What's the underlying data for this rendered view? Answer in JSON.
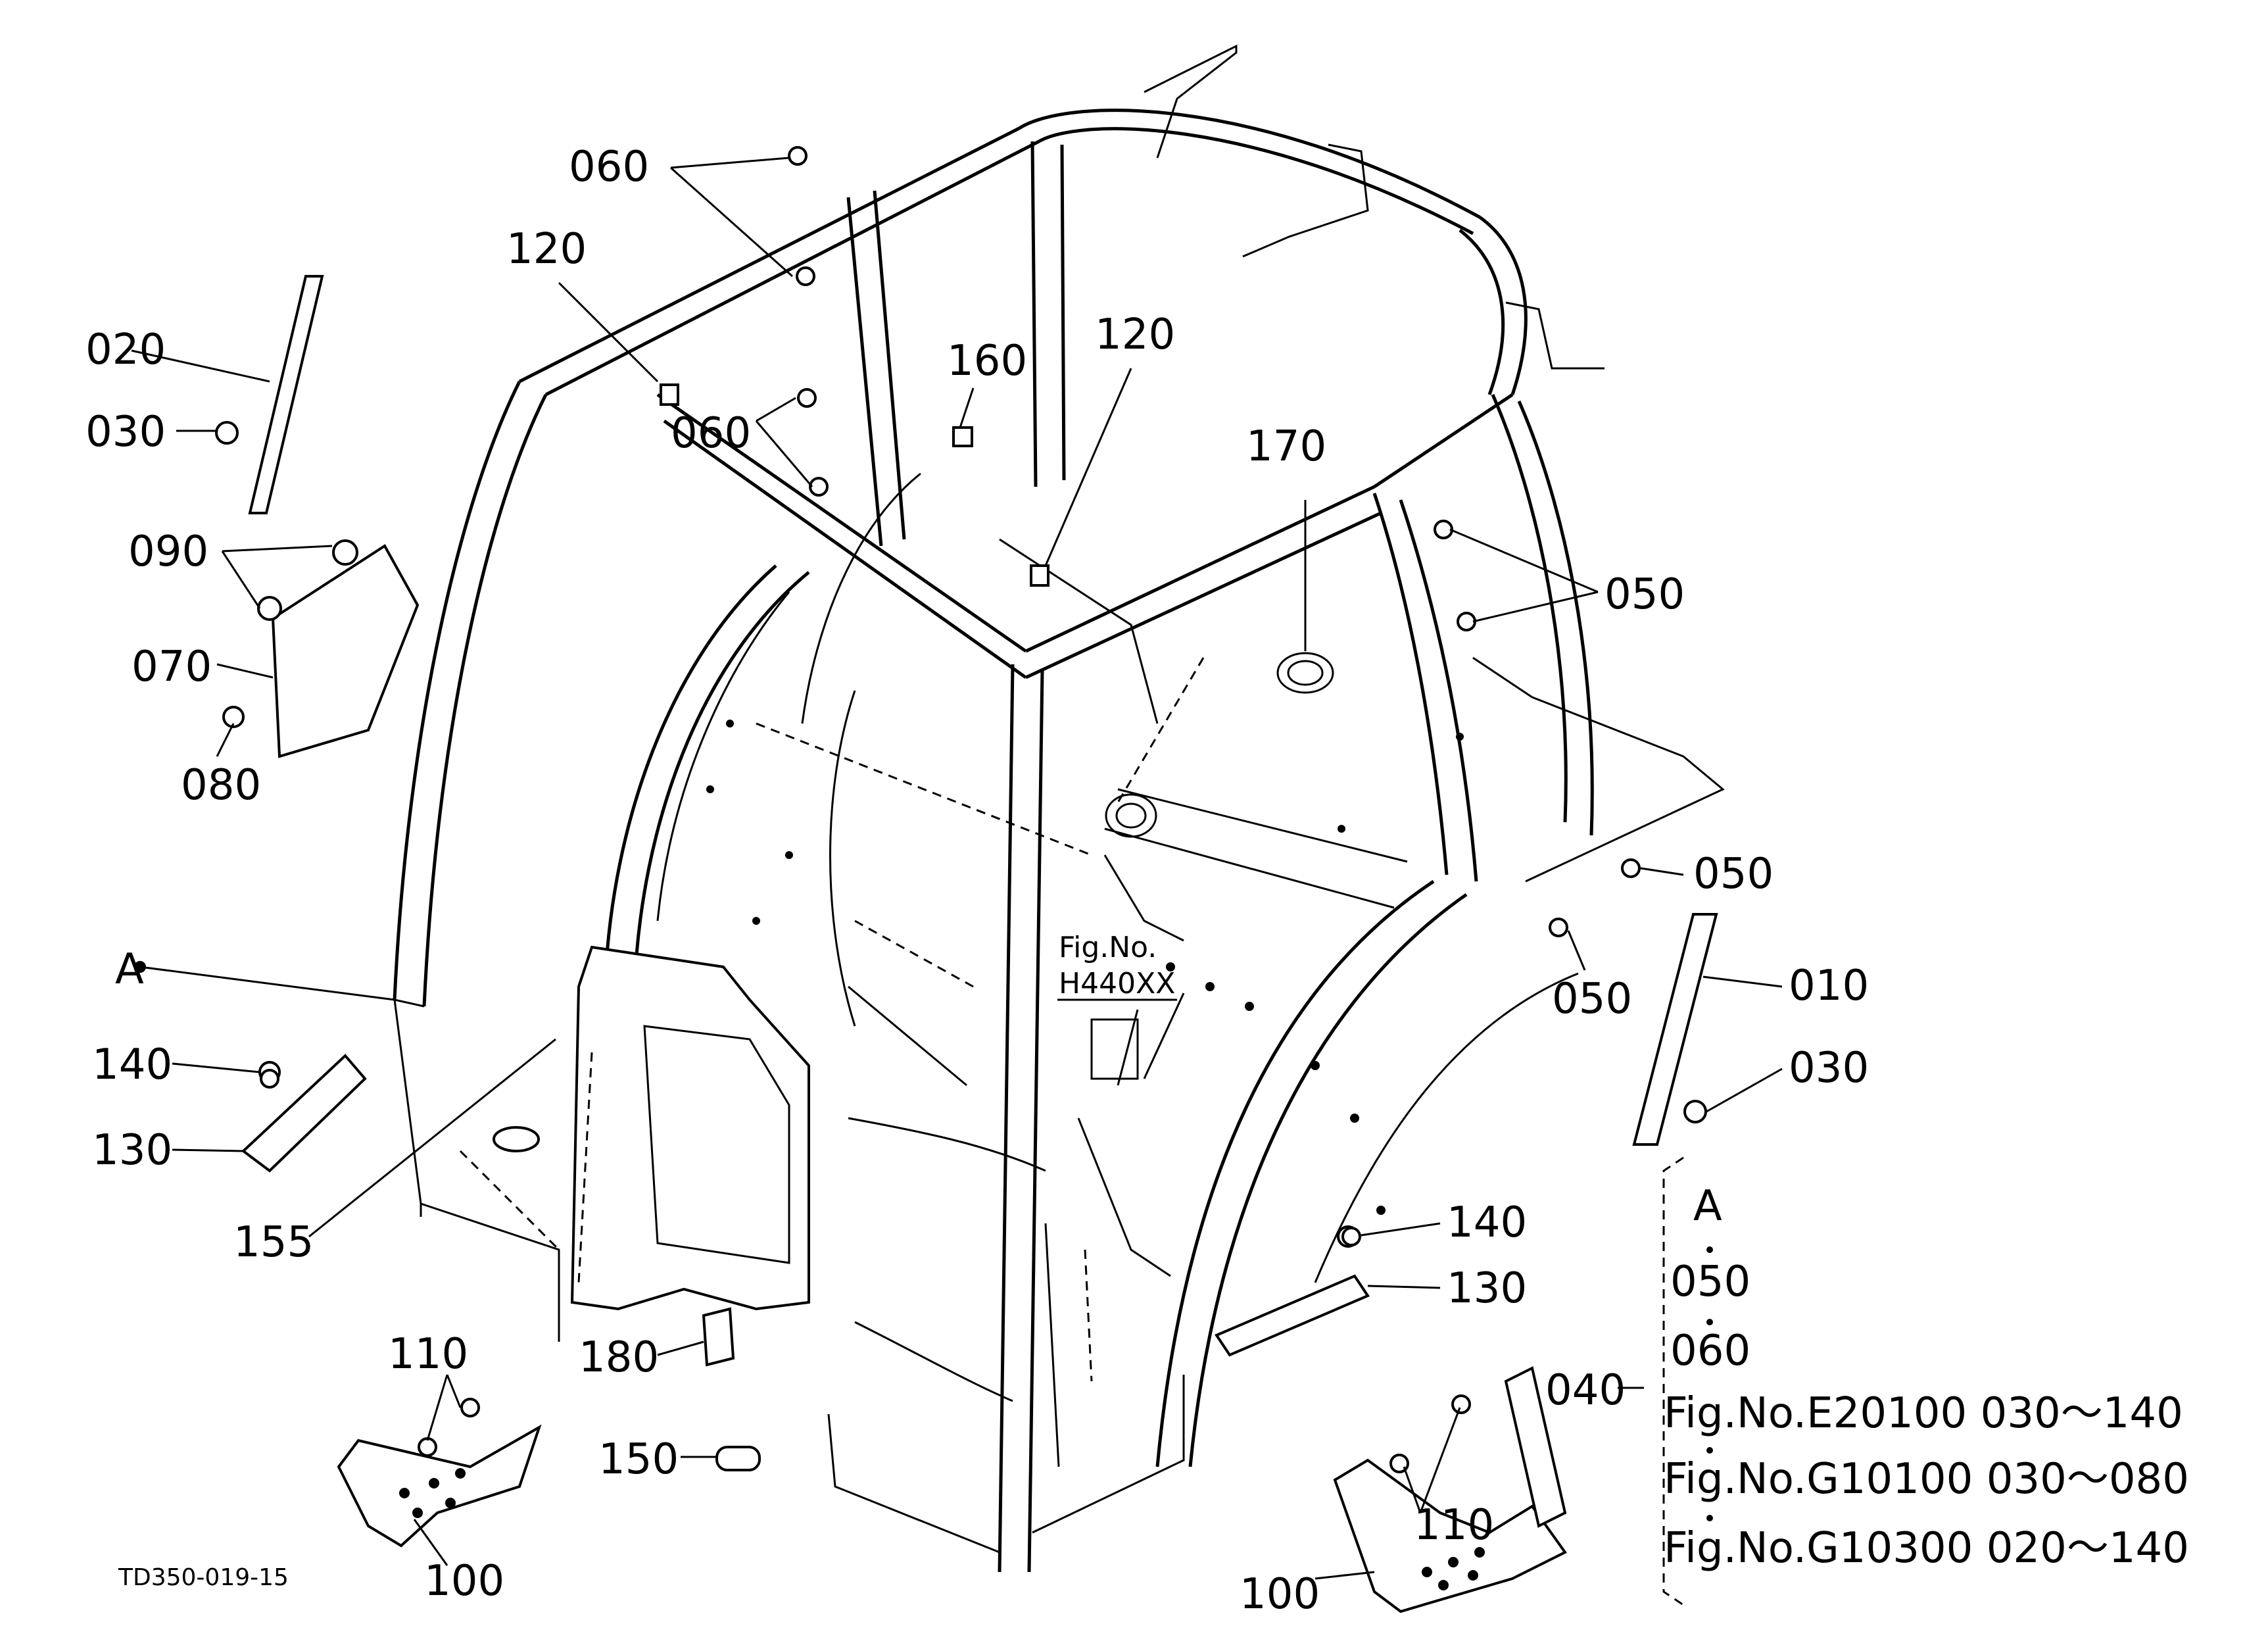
{
  "drawing_id": "TD350-019-15",
  "labels": {
    "l010": "010",
    "l020": "020",
    "l030a": "030",
    "l030b": "030",
    "l040": "040",
    "l050a": "050",
    "l050b": "050",
    "l050c": "050",
    "l060a": "060",
    "l060b": "060",
    "l070": "070",
    "l080": "080",
    "l090": "090",
    "l100a": "100",
    "l100b": "100",
    "l110a": "110",
    "l110b": "110",
    "l120a": "120",
    "l120b": "120",
    "l130a": "130",
    "l130b": "130",
    "l140a": "140",
    "l140b": "140",
    "l150": "150",
    "l155": "155",
    "l160": "160",
    "l170": "170",
    "l180": "180",
    "refA": "A"
  },
  "fig_ref": {
    "line1": "Fig.No.",
    "line2": "H440XX"
  },
  "legend": {
    "title": "A",
    "item1": "050",
    "item2": "060",
    "ref1": "Fig.No.E20100  030～140",
    "ref2": "Fig.No.G10100  030～080",
    "ref3": "Fig.No.G10300  020～140"
  }
}
